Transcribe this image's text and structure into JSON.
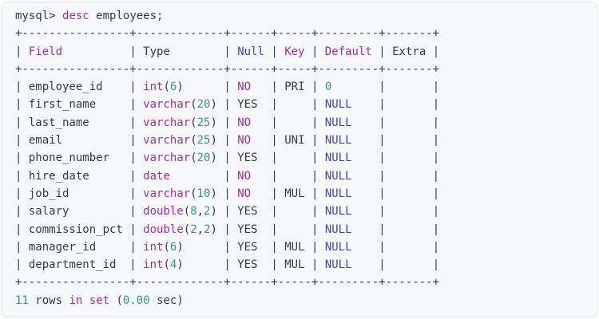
{
  "console": {
    "prompt": "mysql>",
    "command_keyword": "desc",
    "command_argument": "employees;",
    "table": {
      "columns": [
        {
          "label": "Field",
          "width": 16,
          "style": "keyword"
        },
        {
          "label": "Type",
          "width": 13,
          "style": "plain"
        },
        {
          "label": "Null",
          "width": 6,
          "style": "literal"
        },
        {
          "label": "Key",
          "width": 5,
          "style": "keyword"
        },
        {
          "label": "Default",
          "width": 9,
          "style": "keyword"
        },
        {
          "label": "Extra",
          "width": 7,
          "style": "plain"
        }
      ],
      "rows": [
        {
          "field": "employee_id",
          "type": "int(6)",
          "null": "NO",
          "key": "PRI",
          "default": "0",
          "extra": ""
        },
        {
          "field": "first_name",
          "type": "varchar(20)",
          "null": "YES",
          "key": "",
          "default": "NULL",
          "extra": ""
        },
        {
          "field": "last_name",
          "type": "varchar(25)",
          "null": "NO",
          "key": "",
          "default": "NULL",
          "extra": ""
        },
        {
          "field": "email",
          "type": "varchar(25)",
          "null": "NO",
          "key": "UNI",
          "default": "NULL",
          "extra": ""
        },
        {
          "field": "phone_number",
          "type": "varchar(20)",
          "null": "YES",
          "key": "",
          "default": "NULL",
          "extra": ""
        },
        {
          "field": "hire_date",
          "type": "date",
          "null": "NO",
          "key": "",
          "default": "NULL",
          "extra": ""
        },
        {
          "field": "job_id",
          "type": "varchar(10)",
          "null": "NO",
          "key": "MUL",
          "default": "NULL",
          "extra": ""
        },
        {
          "field": "salary",
          "type": "double(8,2)",
          "null": "YES",
          "key": "",
          "default": "NULL",
          "extra": ""
        },
        {
          "field": "commission_pct",
          "type": "double(2,2)",
          "null": "YES",
          "key": "",
          "default": "NULL",
          "extra": ""
        },
        {
          "field": "manager_id",
          "type": "int(6)",
          "null": "YES",
          "key": "MUL",
          "default": "NULL",
          "extra": ""
        },
        {
          "field": "department_id",
          "type": "int(4)",
          "null": "YES",
          "key": "MUL",
          "default": "NULL",
          "extra": ""
        }
      ]
    },
    "footer": {
      "count": "11",
      "rows_word": "rows",
      "in_word": "in",
      "set_word": "set",
      "paren_open": "(",
      "time": "0.00",
      "unit": "sec)"
    }
  },
  "colors": {
    "block_background": "#f6f8fa",
    "block_border": "#e4e8ec",
    "text": "#383a42",
    "keyword": "#a12ba5",
    "number": "#2a9d80",
    "null_literal": "#3b45c4"
  }
}
